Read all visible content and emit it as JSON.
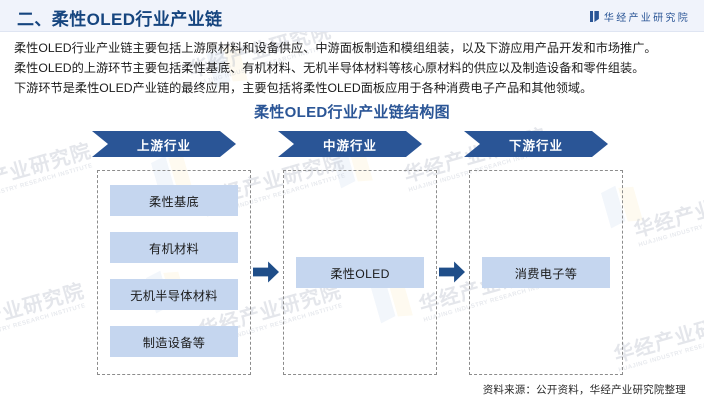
{
  "header": {
    "section_title": "二、柔性OLED行业产业链",
    "logo_text": "华经产业研究院",
    "logo_icon": "bookmark-bars-icon"
  },
  "intro": {
    "paragraphs": [
      "柔性OLED行业产业链主要包括上游原材料和设备供应、中游面板制造和模组组装，以及下游应用产品开发和市场推广。",
      "柔性OLED的上游环节主要包括柔性基底、有机材料、无机半导体材料等核心原材料的供应以及制造设备和零件组装。",
      "下游环节是柔性OLED产业链的最终应用，主要包括将柔性OLED面板应用于各种消费电子产品和其他领域。"
    ]
  },
  "chart": {
    "title": "柔性OLED行业产业链结构图",
    "stages": [
      {
        "banner_label": "上游行业",
        "nodes": [
          "柔性基底",
          "有机材料",
          "无机半导体材料",
          "制造设备等"
        ]
      },
      {
        "banner_label": "中游行业",
        "nodes": [
          "柔性OLED"
        ]
      },
      {
        "banner_label": "下游行业",
        "nodes": [
          "消费电子等"
        ]
      }
    ],
    "connector_icon": "right-arrow-icon",
    "colors": {
      "banner": "#2a5596",
      "node_fill": "#c5d6ef",
      "arrow": "#1f4e89",
      "title": "#2a5596",
      "border_dashed": "#8c8c8c"
    }
  },
  "footer": {
    "source": "资料来源：公开资料，华经产业研究院整理"
  },
  "watermark": {
    "cn": "华经产业研究院",
    "en": "HUAJING INDUSTRY RESEARCH INSTITUTE"
  }
}
